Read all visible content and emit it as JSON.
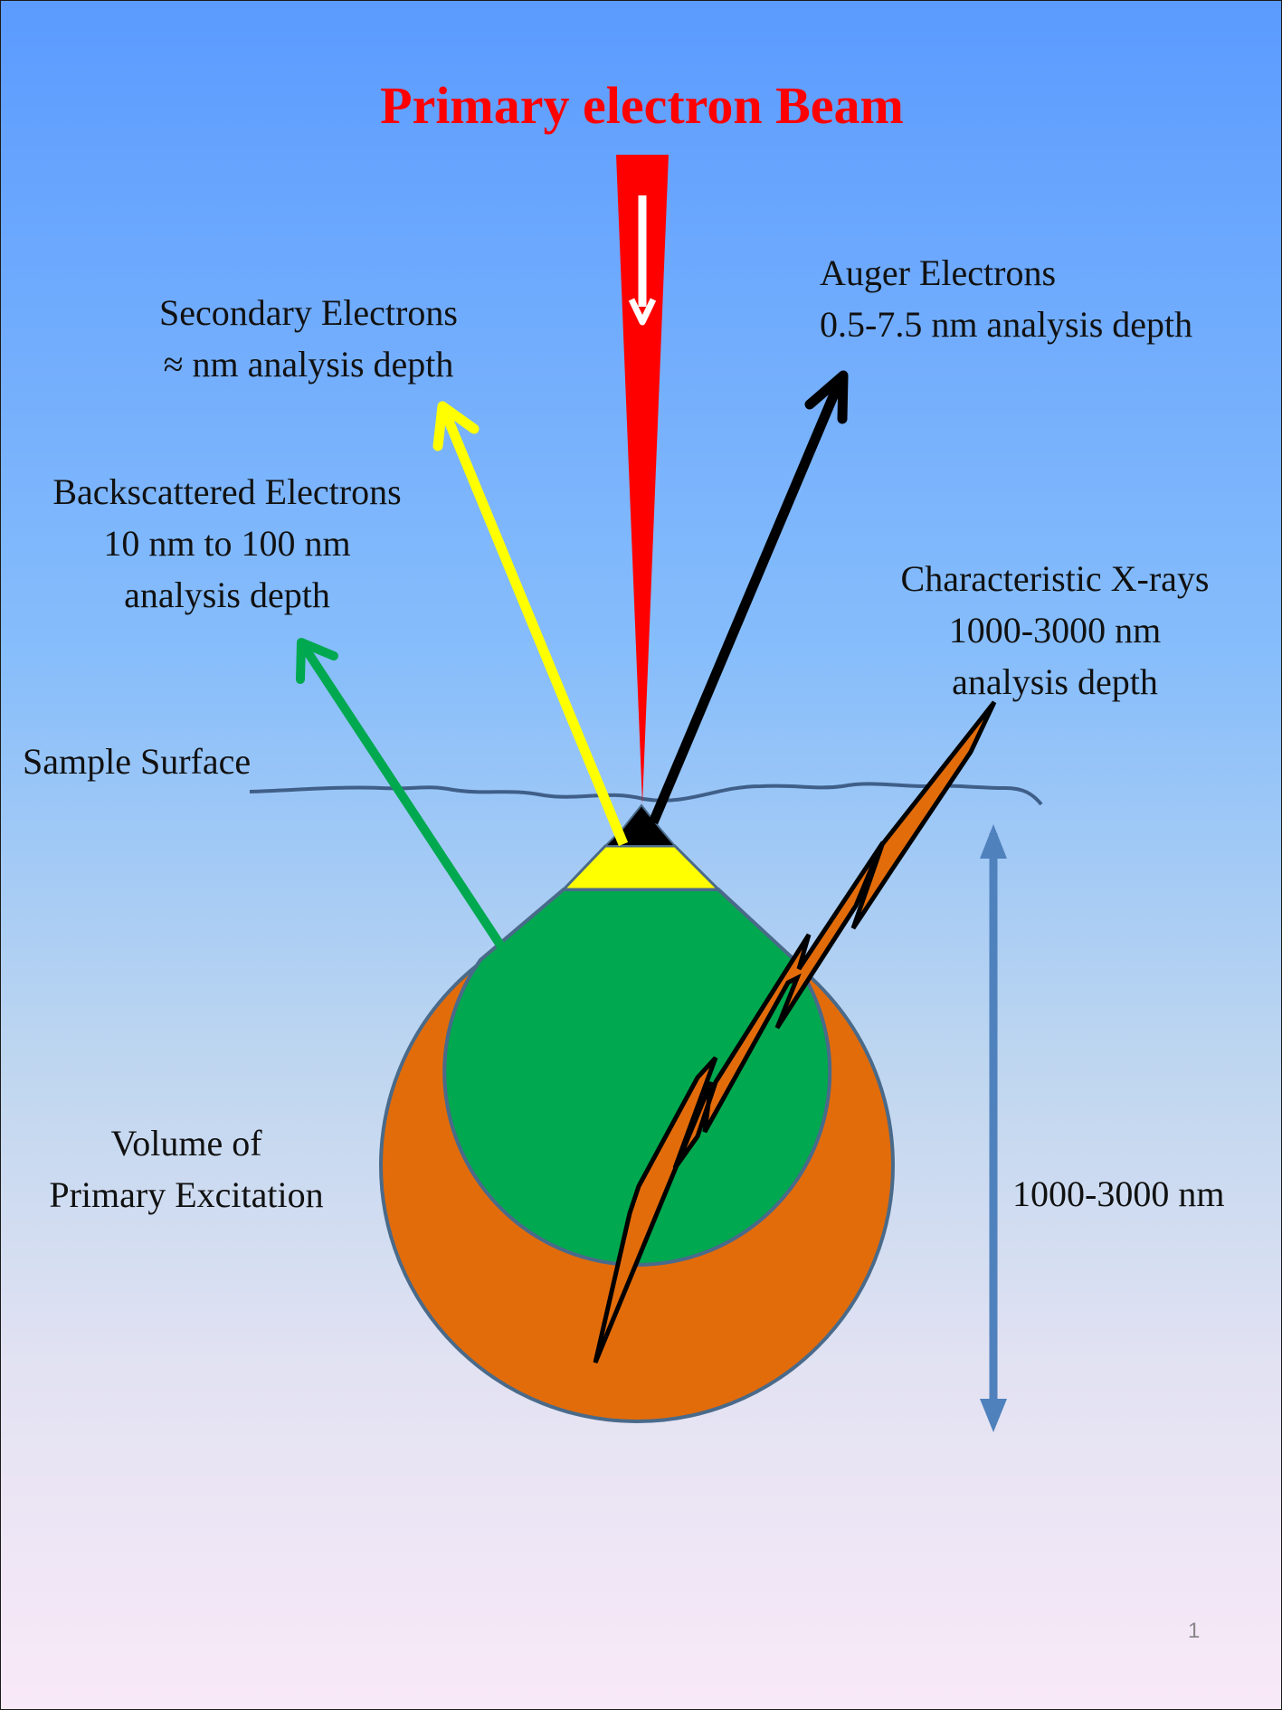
{
  "title": "Primary electron Beam",
  "labels": {
    "secondary_line1": "Secondary Electrons",
    "secondary_line2": "≈ nm analysis depth",
    "auger_line1": "Auger Electrons",
    "auger_line2": "0.5-7.5 nm analysis depth",
    "backscattered_line1": "Backscattered Electrons",
    "backscattered_line2": "10 nm to 100 nm",
    "backscattered_line3": "analysis depth",
    "xray_line1": "Characteristic X-rays",
    "xray_line2": "1000-3000 nm",
    "xray_line3": "analysis depth",
    "sample_surface": "Sample Surface",
    "volume_line1": "Volume of",
    "volume_line2": "Primary Excitation",
    "depth": "1000-3000 nm"
  },
  "page_number": "1",
  "colors": {
    "beam": "#ff0000",
    "secondary_electrons": "#ffff00",
    "auger_electrons": "#000000",
    "backscattered_electrons": "#00a84f",
    "xray_volume": "#e36c0a",
    "depth_arrow": "#4f81bd",
    "outline": "#4a6a8a"
  }
}
